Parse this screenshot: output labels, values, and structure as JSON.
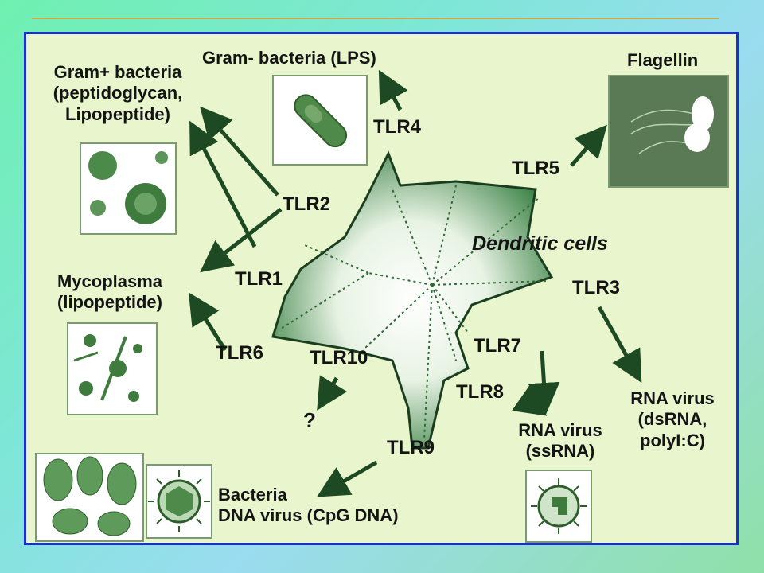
{
  "center_label": "Dendritic cells",
  "tlrs": {
    "tlr1": "TLR1",
    "tlr2": "TLR2",
    "tlr3": "TLR3",
    "tlr4": "TLR4",
    "tlr5": "TLR5",
    "tlr6": "TLR6",
    "tlr7": "TLR7",
    "tlr8": "TLR8",
    "tlr9": "TLR9",
    "tlr10": "TLR10"
  },
  "ligands": {
    "gram_neg": "Gram- bacteria (LPS)",
    "gram_pos": [
      "Gram+ bacteria",
      "(peptidoglycan,",
      "Lipopeptide)"
    ],
    "flagellin": "Flagellin",
    "mycoplasma": [
      "Mycoplasma",
      "(lipopeptide)"
    ],
    "unknown": "?",
    "ssrna": [
      "RNA virus",
      "(ssRNA)"
    ],
    "dsrna": [
      "RNA virus",
      "(dsRNA,",
      "polyI:C)"
    ],
    "cpg": [
      "Bacteria",
      "DNA virus (CpG DNA)"
    ]
  },
  "colors": {
    "frame": "#1a2fd0",
    "panel": "#e9f6cd",
    "cell_dark": "#2f7a3a",
    "arrow": "#1d4a22"
  }
}
